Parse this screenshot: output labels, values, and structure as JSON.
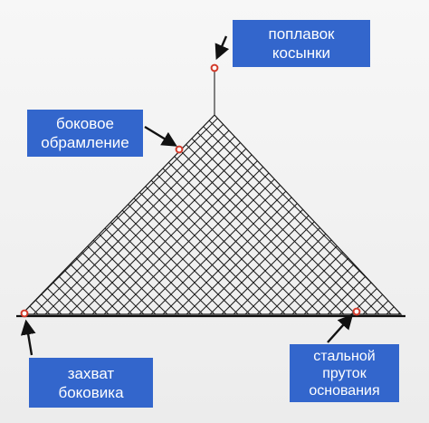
{
  "labels": {
    "float": [
      "поплавок",
      "косынки"
    ],
    "side_frame": [
      "боковое",
      "обрамление"
    ],
    "grip": [
      "захват",
      "боковика"
    ],
    "base_rod": [
      "стальной",
      "пруток",
      "основания"
    ]
  },
  "colors": {
    "label_bg": "#3366cc",
    "label_text": "#ffffff",
    "net_line": "#1a1a1a",
    "marker": "#d23a2a"
  },
  "icons": {
    "pointer": "arrow-icon",
    "marker": "ring-marker-icon"
  }
}
